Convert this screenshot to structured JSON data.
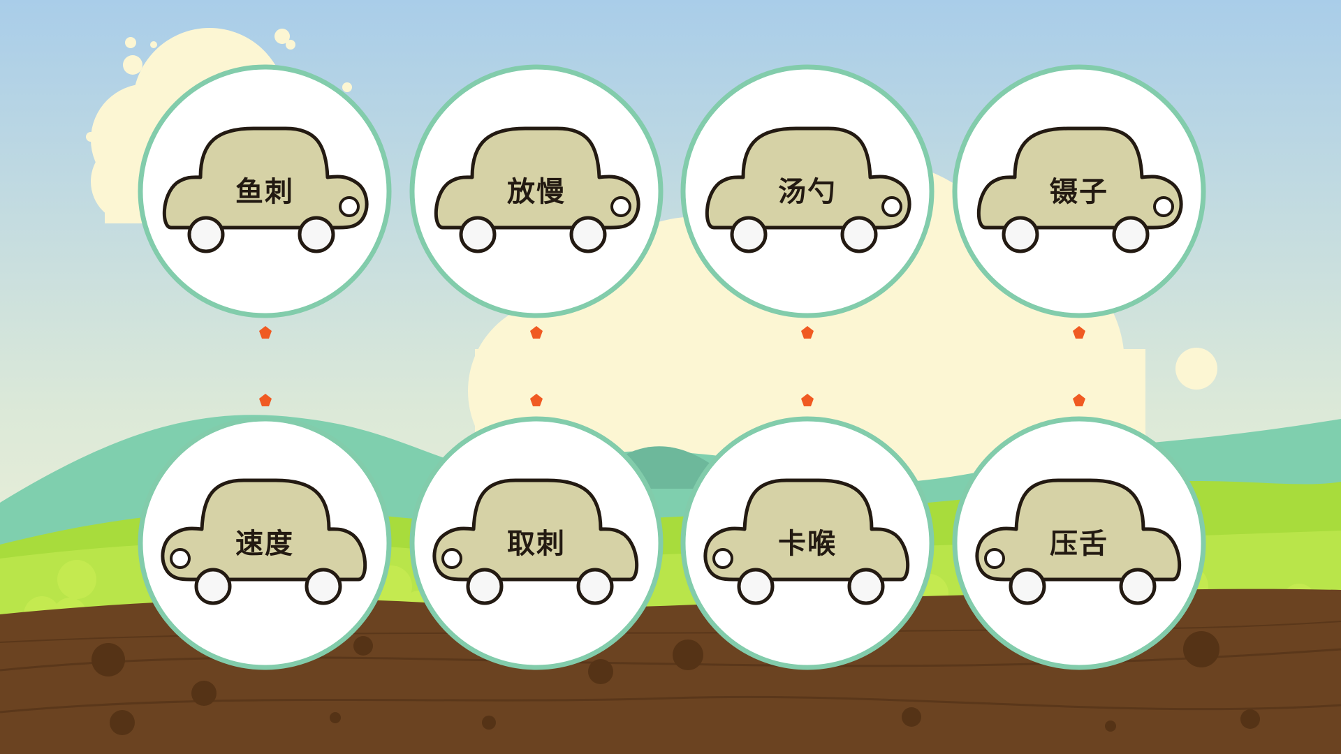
{
  "colors": {
    "sky_top": "#a9cde9",
    "sky_bottom": "#fbf5d6",
    "circle_border": "#82ccab",
    "car_body": "#d6d2a6",
    "car_outline": "#231a12",
    "connector": "#f05a22",
    "hill_teal": "#7fcfae",
    "grass": "#a8dc3c",
    "soil": "#6b4321"
  },
  "game": {
    "top_row": [
      {
        "word": "鱼刺",
        "icon": "car-icon"
      },
      {
        "word": "放慢",
        "icon": "car-icon"
      },
      {
        "word": "汤勺",
        "icon": "car-icon"
      },
      {
        "word": "镊子",
        "icon": "car-icon"
      }
    ],
    "bottom_row": [
      {
        "word": "速度",
        "icon": "car-icon"
      },
      {
        "word": "取刺",
        "icon": "car-icon"
      },
      {
        "word": "卡喉",
        "icon": "car-icon"
      },
      {
        "word": "压舌",
        "icon": "car-icon"
      }
    ]
  }
}
